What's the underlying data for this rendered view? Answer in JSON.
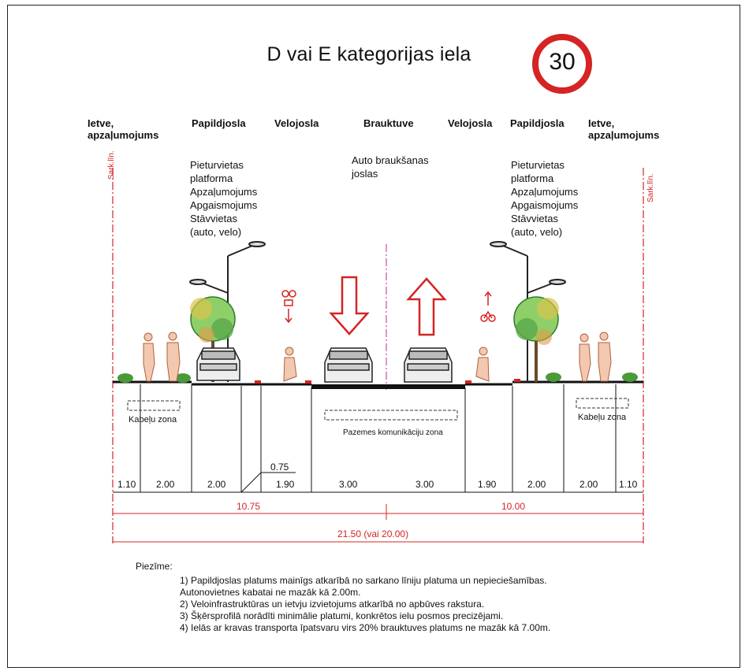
{
  "title": "D vai E kategorijas iela",
  "speed_limit": "30",
  "columns": {
    "left_sidewalk": "Ietve,\napzaļumojums",
    "left_extra": "Papildjosla",
    "left_bike": "Velojosla",
    "carriageway": "Brauktuve",
    "right_bike": "Velojosla",
    "right_extra": "Papildjosla",
    "right_sidewalk": "Ietve,\napzaļumojums"
  },
  "descriptions": {
    "left_extra": [
      "Pieturvietas",
      "platforma",
      "Apzaļumojums",
      "Apgaismojums",
      "Stāvvietas",
      "(auto, velo)"
    ],
    "carriageway": [
      "Auto braukšanas",
      "joslas"
    ],
    "right_extra": [
      "Pieturvietas",
      "platforma",
      "Apzaļumojums",
      "Apgaismojums",
      "Stāvvietas",
      "(auto, velo)"
    ]
  },
  "red_line_label": "Sark.līn.",
  "zones": {
    "cable_left": "Kabeļu zona",
    "utilities": "Pazemes komunikāciju zona",
    "cable_right": "Kabeļu zona"
  },
  "widths": [
    "1.10",
    "2.00",
    "2.00",
    "0.75",
    "1.90",
    "3.00",
    "3.00",
    "1.90",
    "2.00",
    "2.00",
    "1.10"
  ],
  "totals": {
    "left_half": "10.75",
    "right_half": "10.00",
    "total": "21.50 (vai 20.00)"
  },
  "notes": {
    "heading": "Piezīme:",
    "items": [
      "1) Papildjoslas platums mainīgs atkarībā no sarkano līniju platuma un nepieciešamības.",
      "Autonovietnes kabatai  ne mazāk kā 2.00m.",
      "2) Veloinfrastruktūras un ietvju izvietojums atkarībā no apbūves rakstura.",
      "3) Šķērsprofilā norādīti minimālie platumi, konkrētos ielu posmos precizējami.",
      "4) Ielās ar kravas transporta īpatsvaru virs 20% brauktuves platums ne mazāk kā 7.00m."
    ]
  },
  "colors": {
    "accent_red": "#d42424",
    "line": "#111111",
    "tree_green": "#4a9a3a"
  }
}
